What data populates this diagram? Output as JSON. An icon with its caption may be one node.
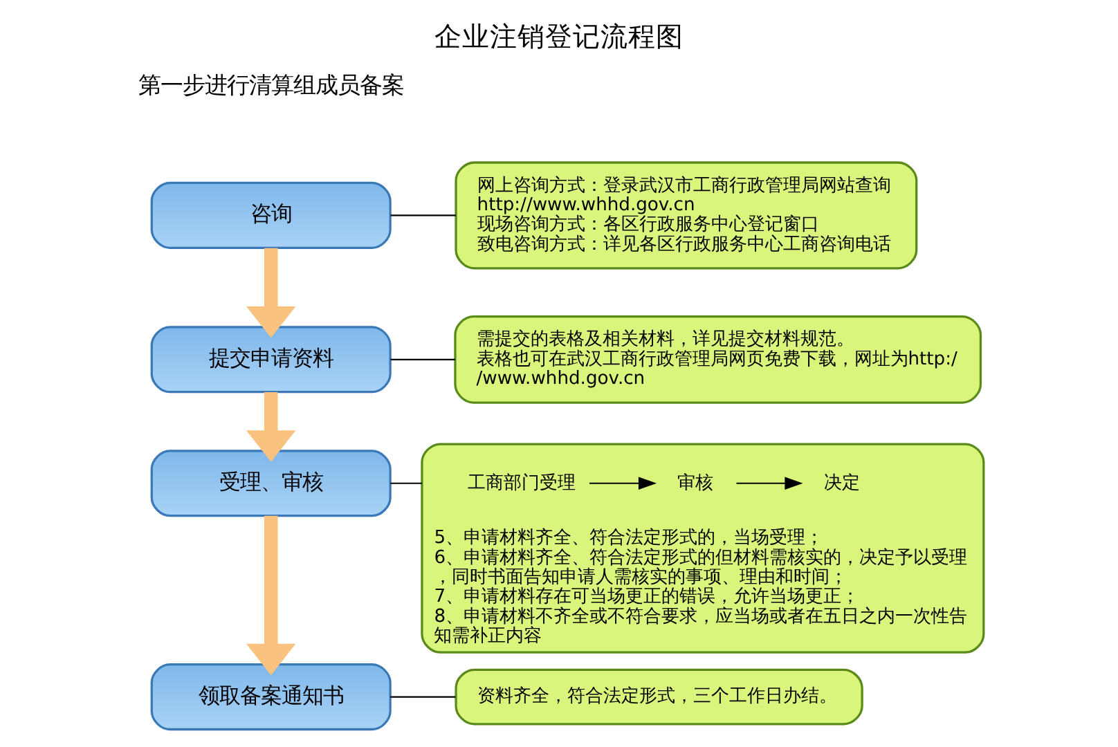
{
  "diagram": {
    "title": "企业注销登记流程图",
    "nodes": [
      {
        "text": [
          "咨询"
        ]
      },
      {
        "text": [
          "网上咨询方式：登录武汉市工商行政管理局网站查询 http://www.whhd.gov.cn",
          "现场咨询方式：各区行政服务中心登记窗口",
          "致电咨询方式：详见各区行政服务中心工商咨询电话"
        ]
      },
      {
        "text": [
          "提交申请资料"
        ]
      },
      {
        "text": [
          "需提交的表格及相关材料，详见提交材料规范。",
          "表格也可在武汉工商行政管理局网页免费下载，网址为http://www.whhd.gov.cn"
        ]
      },
      {
        "text": [
          "受理、审核"
        ]
      },
      {
        "text": [
          "5、申请材料齐全、符合法定形式的，当场受理；",
          "6、申请材料齐全、符合法定形式的但材料需核实的，决定予以受理，同时书面告知申请人需核实的事项、理由和时间；",
          "7、申请材料存在可当场更正的错误，允许当场更正；",
          "8、申请材料不齐全或不符合要求，应当场或者在五日之内一次性告知需补正内容"
        ]
      },
      {
        "text": [
          "工商部门受理"
        ],
        "in": 5
      },
      {
        "text": [
          "审核"
        ],
        "in": 5
      },
      {
        "text": [
          "决定"
        ],
        "in": 5
      },
      {
        "text": [
          "领取备案通知书"
        ]
      },
      {
        "text": [
          "资料齐全，符合法定形式，三个工作日办结。"
        ]
      }
    ],
    "edges": [
      {
        "from": 0,
        "to": 1,
        "arrow": "none"
      },
      {
        "from": 0,
        "to": 2,
        "arrow": "to",
        "style": "thick",
        "color": "#f9c27e"
      },
      {
        "from": 2,
        "to": 3,
        "arrow": "none"
      },
      {
        "from": 2,
        "to": 4,
        "arrow": "to",
        "style": "thick",
        "color": "#f9c27e"
      },
      {
        "from": 4,
        "to": 5,
        "arrow": "none"
      },
      {
        "from": 6,
        "to": 7,
        "arrow": "to"
      },
      {
        "from": 7,
        "to": 8,
        "arrow": "to"
      },
      {
        "from": 4,
        "to": 9,
        "arrow": "to",
        "style": "thick",
        "color": "#f9c27e"
      },
      {
        "from": 9,
        "to": 10,
        "arrow": "none"
      }
    ],
    "labels": [
      "第一步进行清算组成员备案"
    ]
  }
}
